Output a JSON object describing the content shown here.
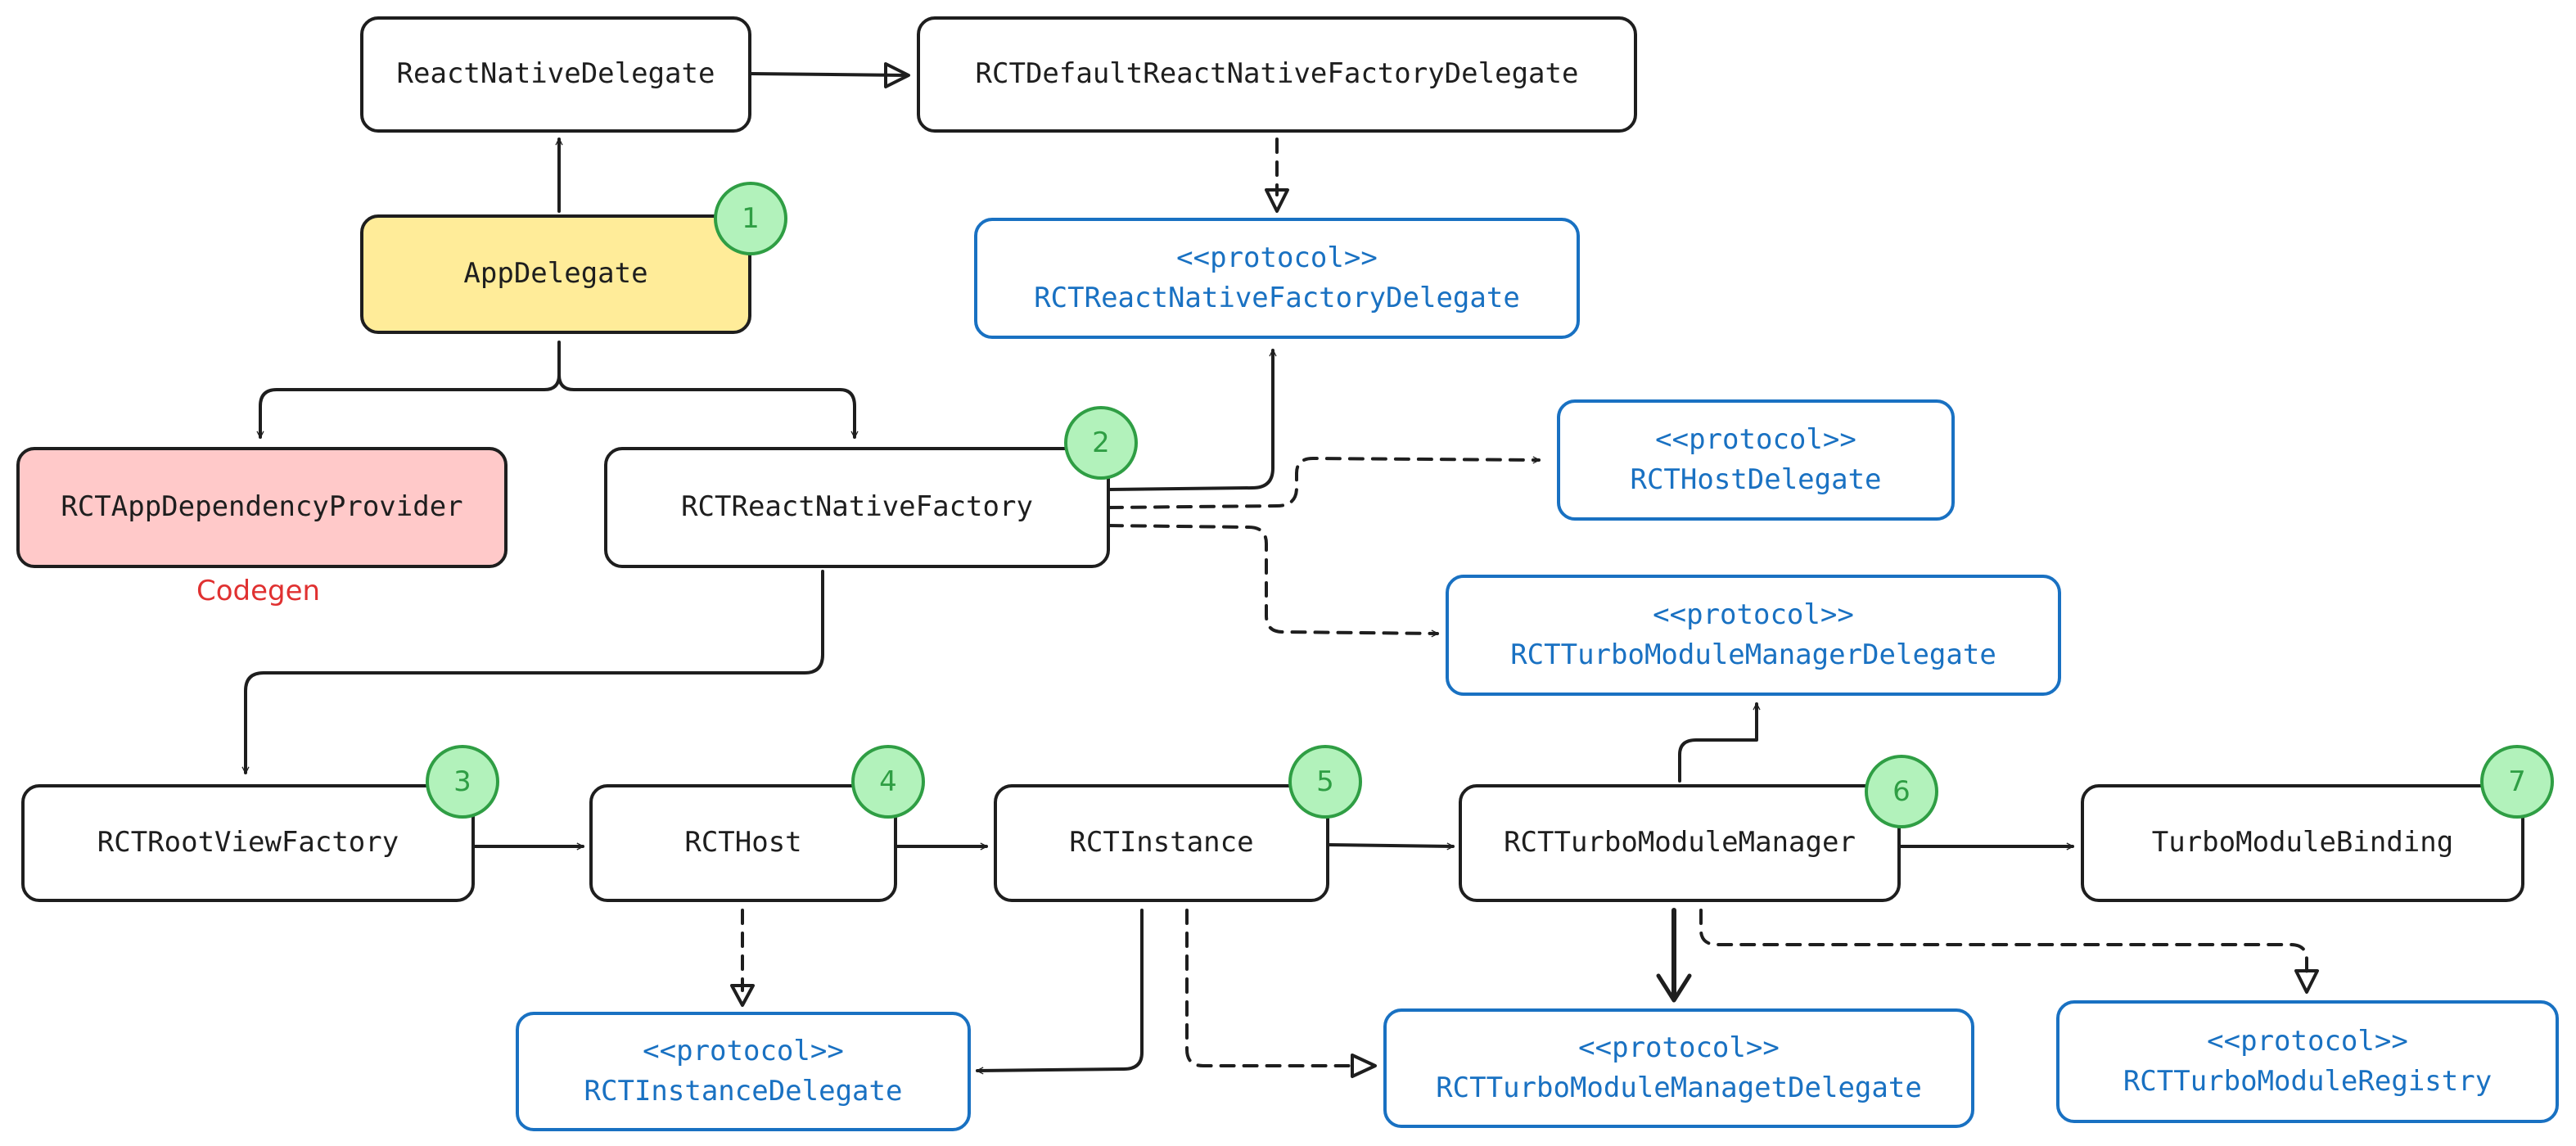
{
  "nodes": {
    "react_native_delegate": "ReactNativeDelegate",
    "default_factory_delegate": "RCTDefaultReactNativeFactoryDelegate",
    "app_delegate": "AppDelegate",
    "factory_delegate_protocol": {
      "stereotype": "<<protocol>>",
      "name": "RCTReactNativeFactoryDelegate"
    },
    "app_dependency_provider": "RCTAppDependencyProvider",
    "react_native_factory": "RCTReactNativeFactory",
    "host_delegate_protocol": {
      "stereotype": "<<protocol>>",
      "name": "RCTHostDelegate"
    },
    "tm_manager_delegate_protocol": {
      "stereotype": "<<protocol>>",
      "name": "RCTTurboModuleManagerDelegate"
    },
    "root_view_factory": "RCTRootViewFactory",
    "host": "RCTHost",
    "instance": "RCTInstance",
    "turbo_module_manager": "RCTTurboModuleManager",
    "turbo_module_binding": "TurboModuleBinding",
    "instance_delegate_protocol": {
      "stereotype": "<<protocol>>",
      "name": "RCTInstanceDelegate"
    },
    "tm_managet_delegate_protocol": {
      "stereotype": "<<protocol>>",
      "name": "RCTTurboModuleManagetDelegate"
    },
    "tm_registry_protocol": {
      "stereotype": "<<protocol>>",
      "name": "RCTTurboModuleRegistry"
    }
  },
  "captions": {
    "codegen": "Codegen"
  },
  "badges": [
    "1",
    "2",
    "3",
    "4",
    "5",
    "6",
    "7"
  ],
  "colors": {
    "stroke": "#1e1e1e",
    "protocol": "#1971c2",
    "app_delegate_fill": "#ffec99",
    "dependency_provider_fill": "#ffc9c9",
    "badge_fill": "#b2f2bb",
    "badge_stroke": "#2f9e44",
    "codegen_text": "#e03131"
  }
}
